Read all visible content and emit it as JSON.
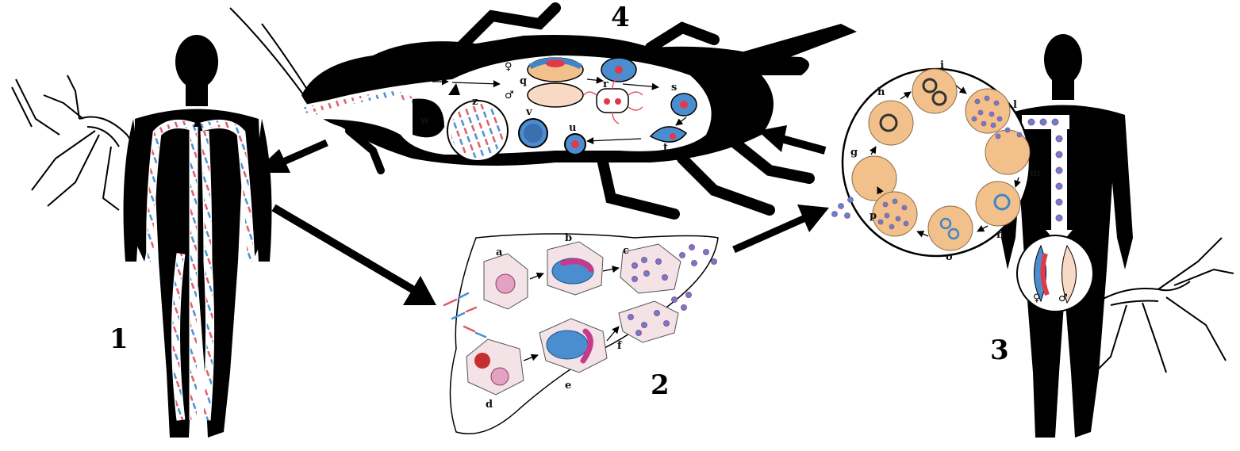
{
  "stage_numbers": {
    "human_left": "1",
    "liver": "2",
    "human_right": "3",
    "mosquito": "4"
  },
  "stage_labels": {
    "a": "a",
    "b": "b",
    "c": "c",
    "d": "d",
    "e": "e",
    "f": "f",
    "g": "g",
    "h": "h",
    "i": "i",
    "l": "l",
    "m": "m",
    "n": "n",
    "o": "o",
    "p": "p",
    "q": "q",
    "r": "r",
    "s": "s",
    "t": "t",
    "u": "u",
    "v": "v",
    "w": "w",
    "z": "z"
  },
  "gamete_symbols": {
    "female": "♀",
    "male": "♂"
  },
  "colors": {
    "silhouette": "#000000",
    "erythrocyte": "#f2c08a",
    "parasite_blue": "#3f86c9",
    "parasite_red": "#e03a4a",
    "merozoite_pink": "#c63a8c",
    "hepatocyte": "#f3e2e6"
  }
}
